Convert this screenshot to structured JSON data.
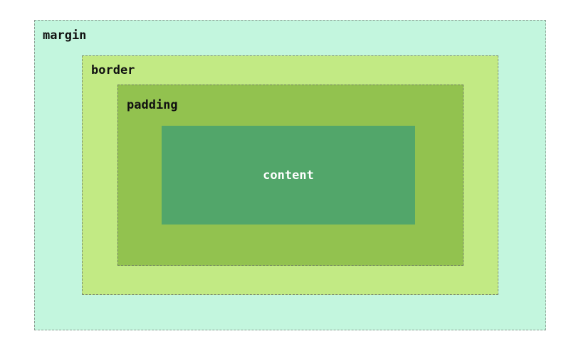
{
  "diagram": {
    "title": "CSS box model",
    "layers": {
      "margin": {
        "label": "margin",
        "color": "#c3f6de"
      },
      "border": {
        "label": "border",
        "color": "#c2ea84"
      },
      "padding": {
        "label": "padding",
        "color": "#92c24f"
      },
      "content": {
        "label": "content",
        "color": "#52a66a"
      }
    }
  }
}
